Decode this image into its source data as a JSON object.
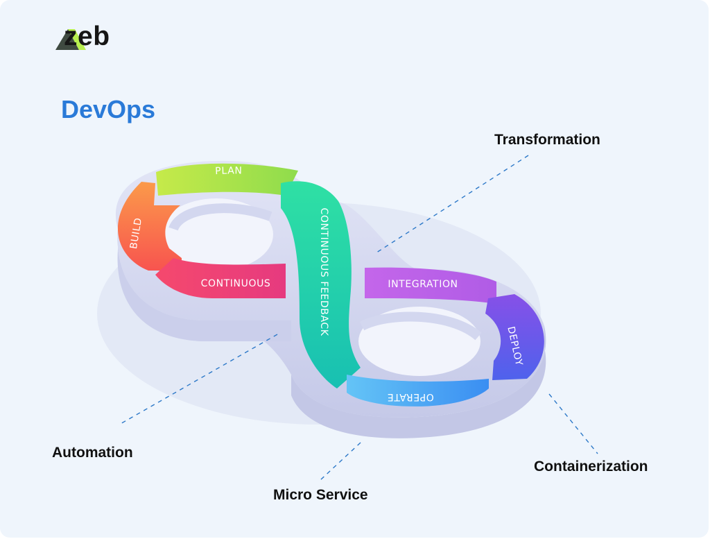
{
  "brand": {
    "name": "zeb"
  },
  "title": "DevOps",
  "segments": {
    "plan": "PLAN",
    "build": "BUILD",
    "continuous": "CONTINUOUS",
    "feedback": "CONTINUOUS FEEDBACK",
    "integration": "INTEGRATION",
    "deploy": "DEPLOY",
    "operate": "OPERATE"
  },
  "callouts": {
    "transformation": "Transformation",
    "automation": "Automation",
    "micro_service": "Micro Service",
    "containerization": "Containerization"
  },
  "colors": {
    "title": "#2a7ad8",
    "plan": "#9be04a",
    "build": "#fb6f4a",
    "continuous": "#ee3f78",
    "feedback": "#1fcfa6",
    "integration": "#c86ae8",
    "deploy": "#6d58ea",
    "operate": "#49a7f4",
    "logo_dark": "#3f4a41",
    "logo_accent": "#b7ef4f"
  }
}
